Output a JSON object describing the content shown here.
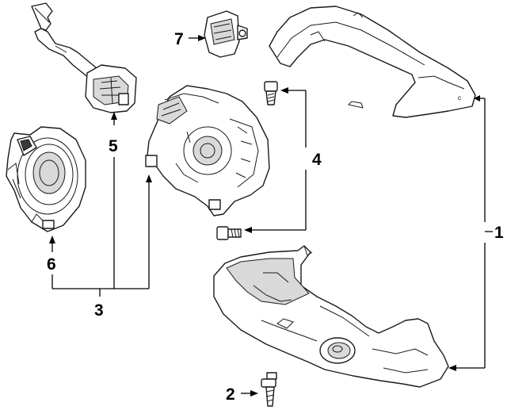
{
  "callouts": [
    {
      "id": "1",
      "label": "1"
    },
    {
      "id": "2",
      "label": "2"
    },
    {
      "id": "3",
      "label": "3"
    },
    {
      "id": "4",
      "label": "4"
    },
    {
      "id": "5",
      "label": "5"
    },
    {
      "id": "6",
      "label": "6"
    },
    {
      "id": "7",
      "label": "7"
    }
  ],
  "shroud_mark": "c"
}
